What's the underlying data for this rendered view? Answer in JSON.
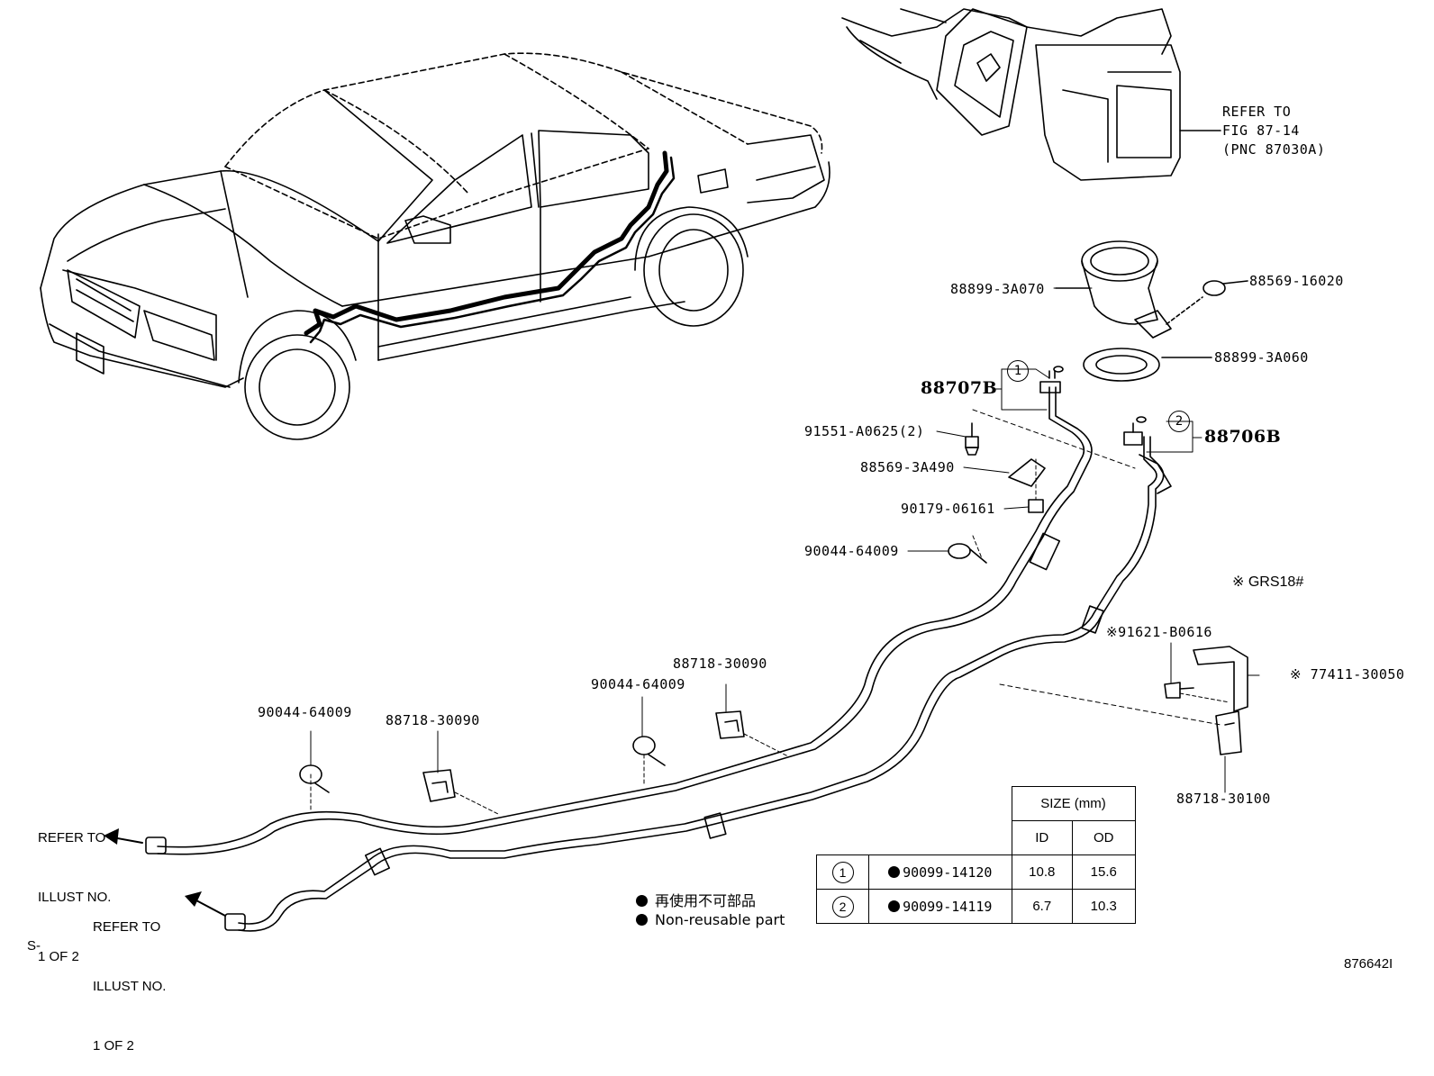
{
  "refer_fig": [
    "REFER TO",
    "FIG 87-14",
    "(PNC 87030A)"
  ],
  "parts": {
    "p88899_3A070": "88899-3A070",
    "p88569_16020": "88569-16020",
    "p88899_3A060": "88899-3A060",
    "p88707B": "88707B",
    "p88706B": "88706B",
    "p91551": "91551-A0625(2)",
    "p88569_3A490": "88569-3A490",
    "p90179": "90179-06161",
    "p90044_a": "90044-64009",
    "p90044_b": "90044-64009",
    "p90044_c": "90044-64009",
    "p88718_a": "88718-30090",
    "p88718_b": "88718-30090",
    "p88718_30100": "88718-30100",
    "p91621": "※91621-B0616",
    "p77411": "※ 77411-30050",
    "grs": "※  GRS18#"
  },
  "callouts": {
    "one": "1",
    "two": "2"
  },
  "refer_illust_1": [
    "REFER TO",
    "ILLUST NO.",
    "1 OF 2"
  ],
  "refer_illust_2": [
    "REFER TO",
    "ILLUST NO.",
    "1 OF 2"
  ],
  "size_table": {
    "header": "SIZE (mm)",
    "col_id": "ID",
    "col_od": "OD",
    "rows": [
      {
        "mark": "1",
        "part": "90099-14120",
        "id": "10.8",
        "od": "15.6"
      },
      {
        "mark": "2",
        "part": "90099-14119",
        "id": "6.7",
        "od": "10.3"
      }
    ]
  },
  "legend": {
    "jp": "再使用不可部品",
    "en": "Non-reusable part"
  },
  "footer_left": "S-",
  "footer_right": "876642I"
}
